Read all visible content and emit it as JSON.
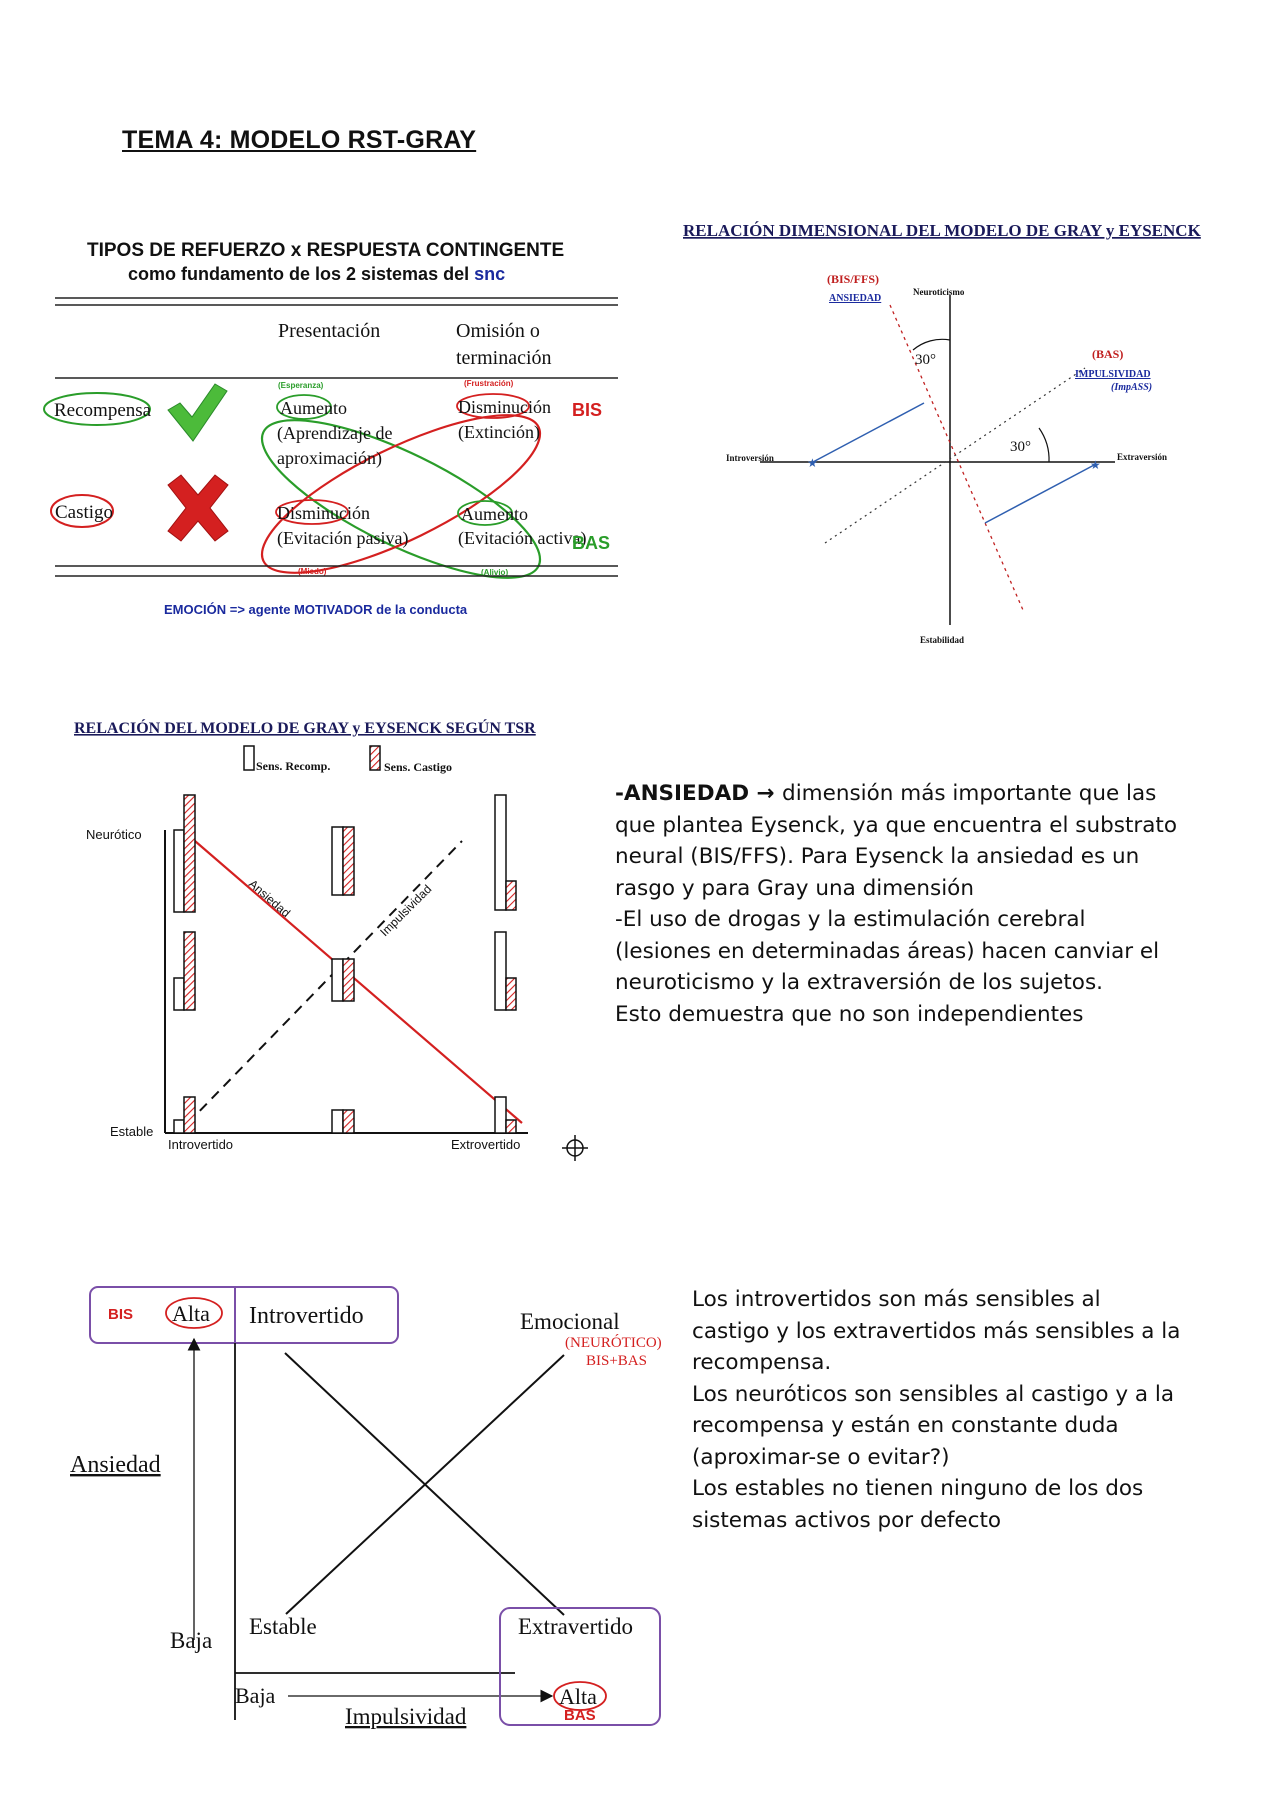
{
  "title": "TEMA 4: MODELO RST-GRAY",
  "fig1": {
    "title_line1": "TIPOS DE REFUERZO x RESPUESTA CONTINGENTE",
    "title_line2a": "como fundamento de los 2 sistemas del ",
    "title_line2b": "snc",
    "col_presentacion": "Presentación",
    "col_omision_1": "Omisión o",
    "col_omision_2": "terminación",
    "label_esperanza": "(Esperanza)",
    "label_frustracion": "(Frustración)",
    "label_miedo": "(Miedo)",
    "label_alivio": "(Alivio)",
    "row_recompensa": "Recompensa",
    "row_castigo": "Castigo",
    "cell_aumento_1": "Aumento",
    "cell_aprendizaje_1": "(Aprendizaje de",
    "cell_aprendizaje_2": "aproximación)",
    "cell_disminucion_1": "Disminución",
    "cell_extincion": "(Extinción)",
    "cell_disminucion_2": "Disminución",
    "cell_evitacion_pasiva": "(Evitación pasiva)",
    "cell_aumento_2": "Aumento",
    "cell_evitacion_activa": "(Evitación activa)",
    "bis": "BIS",
    "bas": "BAS",
    "footer_a": "EMOCIÓN => agente ",
    "footer_b": "MOTIVADOR",
    "footer_c": " de la conducta"
  },
  "fig2": {
    "title": "RELACIÓN DIMENSIONAL DEL MODELO DE GRAY y EYSENCK",
    "bis_ffs": "(BIS/FFS)",
    "ansiedad": "ANSIEDAD",
    "neuroticismo": "Neuroticismo",
    "angle1": "30°",
    "bas": "(BAS)",
    "impulsividad": "IMPULSIVIDAD",
    "impass": "(ImpASS)",
    "angle2": "30°",
    "introversion": "Introversión",
    "extraversion": "Extraversión",
    "estabilidad": "Estabilidad"
  },
  "fig3": {
    "title": "RELACIÓN DEL MODELO DE GRAY y EYSENCK SEGÚN TSR",
    "legend_recomp": "Sens. Recomp.",
    "legend_castigo": "Sens. Castigo",
    "neurotico": "Neurótico",
    "estable": "Estable",
    "introvertido": "Introvertido",
    "extrovertido": "Extrovertido",
    "ansiedad": "Ansiedad",
    "impulsividad": "Impulsividad"
  },
  "text1": [
    {
      "bold": "-ANSIEDAD → ",
      "text": "dimensión más importante que las"
    },
    {
      "bold": "",
      "text": "que plantea Eysenck, ya que encuentra el substrato"
    },
    {
      "bold": "",
      "text": "neural (BIS/FFS). Para Eysenck la ansiedad es un"
    },
    {
      "bold": "",
      "text": "rasgo y para Gray una dimensión"
    },
    {
      "bold": "",
      "text": "-El uso de drogas y la estimulación cerebral"
    },
    {
      "bold": "",
      "text": "(lesiones en determinadas áreas) hacen canviar el"
    },
    {
      "bold": "",
      "text": "neuroticismo y la extraversión de los sujetos."
    },
    {
      "bold": "",
      "text": "Esto demuestra que no son independientes"
    }
  ],
  "fig4": {
    "bis": "BIS",
    "alta_top": "Alta",
    "introvertido": "Introvertido",
    "emocional": "Emocional",
    "neurotico": "(NEURÓTICO)",
    "bis_bas": "BIS+BAS",
    "ansiedad": "Ansiedad",
    "baja_left": "Baja",
    "estable": "Estable",
    "extravertido": "Extravertido",
    "baja_bottom": "Baja",
    "alta_bottom": "Alta",
    "impulsividad": "Impulsividad",
    "bas": "BAS"
  },
  "text2": [
    "Los introvertidos son más sensibles al",
    "castigo y los extravertidos más sensibles a la",
    "recompensa.",
    "Los neuróticos son sensibles al castigo y a la",
    "recompensa y están en constante duda",
    "(aproximar-se o evitar?)",
    "Los estables no tienen ninguno de los dos",
    "sistemas activos por defecto"
  ],
  "colors": {
    "green": "#2a9d2a",
    "red": "#d42020",
    "blue": "#1a2a9e",
    "purple": "#7a4fa8",
    "navy": "#1a1a7a"
  }
}
